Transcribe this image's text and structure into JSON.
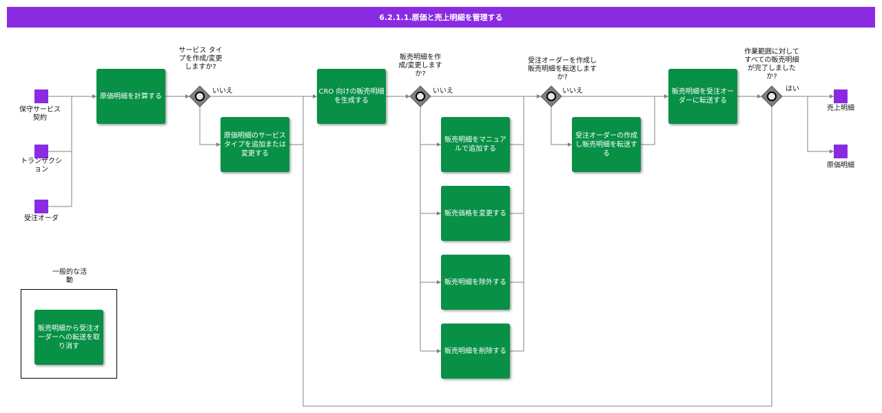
{
  "title": "6.2.1.1.原価と売上明細を管理する",
  "colors": {
    "title_bar": "#8a2be2",
    "activity": "#089046",
    "event": "#8a2be2",
    "gateway": "#808080",
    "connector": "#808080"
  },
  "start_events": {
    "service_contract": "保守サービス契約",
    "transaction": "トランザクション",
    "order": "受注オーダ"
  },
  "activities": {
    "calc_cost": "原価明細を計算する",
    "add_service_type": "原価明細のサービス タイプを追加または変更する",
    "gen_sales_line": "CRO 向けの販売明細を生成する",
    "add_manual": "販売明細をマニュアルで追加する",
    "change_price": "販売価格を変更する",
    "exclude_line": "販売明細を除外する",
    "delete_line": "販売明細を削除する",
    "create_order_transfer": "受注オーダーの作成し販売明細を転送する",
    "transfer_to_order": "販売明細を受注オーダーに転送する",
    "cancel_transfer": "販売明細から受注オーダーへの転送を取り消す"
  },
  "gateways": {
    "g1_question": "サービス タイプを作成/変更しますか?",
    "g2_question": "販売明細を作成/変更しますか?",
    "g3_question": "受注オーダーを作成し販売明細を転送しますか?",
    "g4_question": "作業範囲に対してすべての販売明細が完了しましたか?"
  },
  "edge_labels": {
    "no": "いいえ",
    "yes": "はい"
  },
  "end_events": {
    "sales_lines": "売上明細",
    "cost_lines": "原価明細"
  },
  "legend": {
    "title": "一般的な活動"
  }
}
